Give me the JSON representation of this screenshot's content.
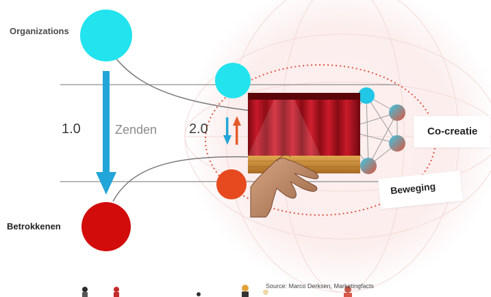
{
  "diagram": {
    "labels": {
      "organizations": "Organizations",
      "betrokkenen": "Betrokkenen",
      "version_1": "1.0",
      "zenden": "Zenden",
      "version_2": "2.0",
      "co_creatie": "Co-creatie",
      "beweging": "Beweging",
      "source": "Source: Marco Derksen, Marketingfacts"
    },
    "colors": {
      "organizations_node": "#22e3ee",
      "betrokkenen_node": "#d20b0b",
      "network_node_top": "#22e3ee",
      "network_node_bottom": "#e64a1e",
      "arrow_down": "#22a5d8",
      "arrow_up": "#e35b2a",
      "dotted_ring": "#e04d3c",
      "curtain": "#b3121e",
      "stage_floor": "#c9892e"
    },
    "icons": {
      "stage_image": "theater-stage-curtain",
      "hand_image": "open-hand-palm-up",
      "people_strip": "people-figures"
    }
  }
}
